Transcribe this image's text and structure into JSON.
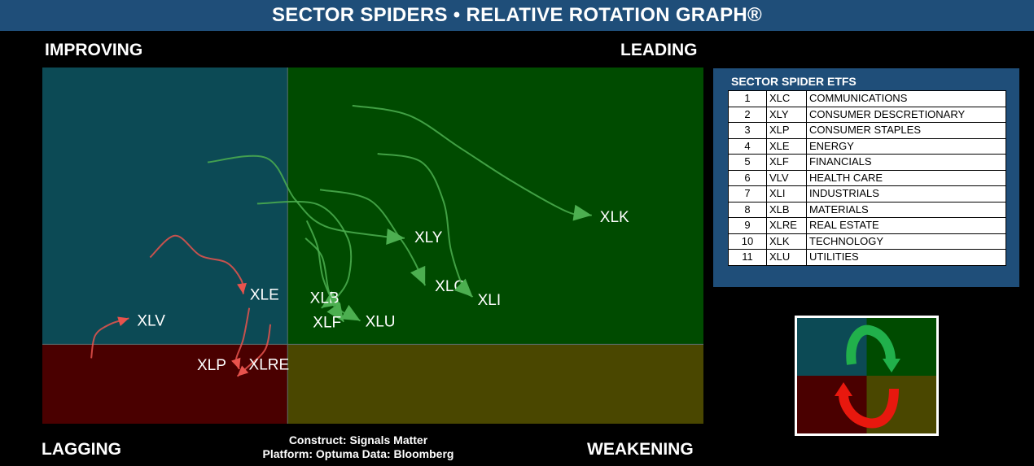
{
  "header": {
    "title": "SECTOR SPIDERS • RELATIVE ROTATION GRAPH®"
  },
  "quadrants": {
    "improving": "IMPROVING",
    "leading": "LEADING",
    "lagging": "LAGGING",
    "weakening": "WEAKENING"
  },
  "colors": {
    "header_bg": "#1f4e79",
    "improving": "#0c4a55",
    "leading": "#004b00",
    "lagging": "#4a0000",
    "weakening": "#4a4700",
    "leading_tail": "#4caf50",
    "lagging_tail": "#e8534d"
  },
  "credits": {
    "line1": "Construct: Signals Matter",
    "line2": "Platform: Optuma  Data: Bloomberg"
  },
  "legend": {
    "title": "SECTOR SPIDER ETFS",
    "rows": [
      {
        "num": "1",
        "ticker": "XLC",
        "name": "COMMUNICATIONS"
      },
      {
        "num": "2",
        "ticker": "XLY",
        "name": "CONSUMER DESCRETIONARY"
      },
      {
        "num": "3",
        "ticker": "XLP",
        "name": "CONSUMER STAPLES"
      },
      {
        "num": "4",
        "ticker": "XLE",
        "name": "ENERGY"
      },
      {
        "num": "5",
        "ticker": "XLF",
        "name": "FINANCIALS"
      },
      {
        "num": "6",
        "ticker": "VLV",
        "name": "HEALTH CARE"
      },
      {
        "num": "7",
        "ticker": "XLI",
        "name": "INDUSTRIALS"
      },
      {
        "num": "8",
        "ticker": "XLB",
        "name": "MATERIALS"
      },
      {
        "num": "9",
        "ticker": "XLRE",
        "name": "REAL ESTATE"
      },
      {
        "num": "10",
        "ticker": "XLK",
        "name": "TECHNOLOGY"
      },
      {
        "num": "11",
        "ticker": "XLU",
        "name": "UTILITIES"
      }
    ]
  },
  "chart_data": {
    "type": "scatter",
    "title": "SECTOR SPIDERS • RELATIVE ROTATION GRAPH®",
    "xlim": [
      0,
      100
    ],
    "ylim": [
      0,
      100
    ],
    "x_center": 37.1,
    "y_center": 22.3,
    "series": [
      {
        "name": "XLK",
        "color": "#4caf50",
        "x": [
          46.9,
          55.4,
          63.3,
          71.1,
          79.4,
          83.1
        ],
        "y": [
          89.3,
          86.6,
          77.3,
          68.0,
          59.5,
          58.5
        ]
      },
      {
        "name": "XLY",
        "color": "#4caf50",
        "x": [
          25.0,
          33.9,
          38.2,
          42.7,
          51.5,
          54.8
        ],
        "y": [
          73.4,
          74.6,
          63.0,
          55.5,
          52.6,
          52.1
        ]
      },
      {
        "name": "XLC",
        "color": "#4caf50",
        "x": [
          42.0,
          49.5,
          54.1,
          56.3,
          57.9
        ],
        "y": [
          65.7,
          62.8,
          52.1,
          45.4,
          38.8
        ]
      },
      {
        "name": "XLI",
        "color": "#4caf50",
        "x": [
          50.7,
          57.4,
          60.7,
          61.8,
          63.7,
          65.1
        ],
        "y": [
          75.8,
          73.4,
          62.3,
          48.8,
          38.1,
          35.6
        ]
      },
      {
        "name": "XLB",
        "color": "#4caf50",
        "x": [
          32.5,
          41.6,
          46.2,
          46.4,
          44.5,
          42.2
        ],
        "y": [
          61.8,
          61.6,
          52.1,
          41.6,
          35.4,
          32.5
        ]
      },
      {
        "name": "XLF",
        "color": "#4caf50",
        "x": [
          39.8,
          42.3,
          43.3,
          44.5,
          45.6
        ],
        "y": [
          52.1,
          46.9,
          37.4,
          31.5,
          28.6
        ]
      },
      {
        "name": "XLU",
        "color": "#4caf50",
        "x": [
          40.0,
          41.6,
          42.5,
          44.7,
          48.1
        ],
        "y": [
          57.0,
          49.9,
          40.6,
          32.5,
          28.9
        ]
      },
      {
        "name": "XLE",
        "color": "#e8534d",
        "x": [
          16.3,
          20.1,
          23.9,
          27.9,
          30.1,
          30.4
        ],
        "y": [
          46.7,
          52.8,
          47.2,
          45.2,
          40.3,
          36.4
        ]
      },
      {
        "name": "XLV",
        "color": "#e8534d",
        "x": [
          7.4,
          8.0,
          10.2,
          13.1
        ],
        "y": [
          18.4,
          24.8,
          27.9,
          29.6
        ]
      },
      {
        "name": "XLRE",
        "color": "#e8534d",
        "x": [
          34.5,
          33.7,
          30.8,
          29.5
        ],
        "y": [
          27.9,
          20.8,
          15.5,
          13.3
        ]
      },
      {
        "name": "XLP",
        "color": "#e8534d",
        "x": [
          31.3,
          30.4,
          29.3,
          29.8
        ],
        "y": [
          32.5,
          23.8,
          18.0,
          15.3
        ]
      }
    ]
  }
}
